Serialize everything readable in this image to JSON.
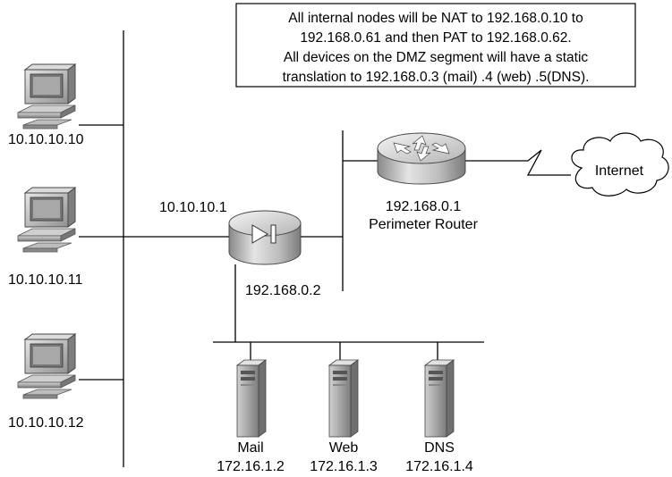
{
  "note": {
    "lines": [
      "All internal nodes will be NAT to 192.168.0.10 to",
      "192.168.0.61 and then PAT to 192.168.0.62.",
      "All devices on the DMZ segment will have a static",
      "translation to 192.168.0.3 (mail) .4 (web) .5(DNS)."
    ]
  },
  "hosts": [
    {
      "ip": "10.10.10.10"
    },
    {
      "ip": "10.10.10.11"
    },
    {
      "ip": "10.10.10.12"
    }
  ],
  "firewall": {
    "inside_ip": "10.10.10.1",
    "outside_ip": "192.168.0.2"
  },
  "router": {
    "ip": "192.168.0.1",
    "name": "Perimeter Router"
  },
  "cloud": {
    "label": "Internet"
  },
  "servers": [
    {
      "name": "Mail",
      "ip": "172.16.1.2"
    },
    {
      "name": "Web",
      "ip": "172.16.1.3"
    },
    {
      "name": "DNS",
      "ip": "172.16.1.4"
    }
  ]
}
